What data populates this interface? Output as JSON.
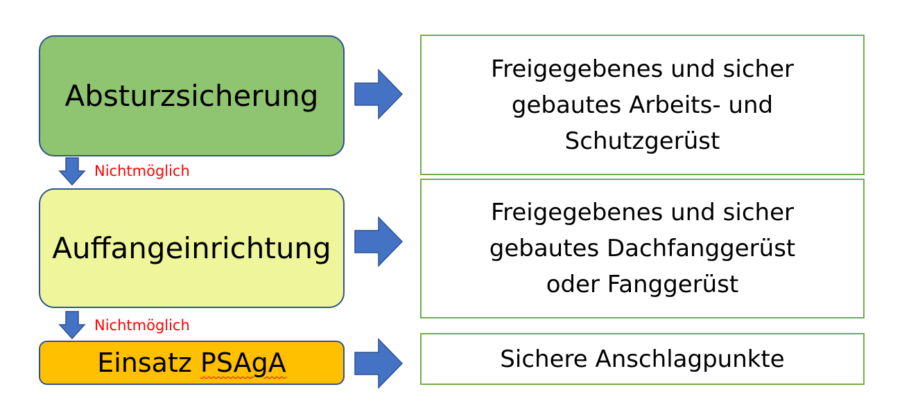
{
  "diagram": {
    "steps": [
      {
        "label": "Absturzsicherung",
        "fill": "#8fc470"
      },
      {
        "label": "Auffangeinrichtung",
        "fill": "#eef59a"
      },
      {
        "label_prefix": "Einsatz ",
        "label_marked": "PSAgA",
        "fill": "#ffc000"
      }
    ],
    "results": [
      {
        "lines": [
          "Freigegebenes und sicher",
          "gebautes Arbeits- und",
          "Schutzgerüst"
        ]
      },
      {
        "lines": [
          "Freigegebenes und sicher",
          "gebautes Dachfanggerüst",
          "oder Fanggerüst"
        ]
      },
      {
        "lines": [
          "Sichere Anschlagpunkte"
        ]
      }
    ],
    "fallback_labels": [
      "Nichtmöglich",
      "Nichtmöglich"
    ],
    "colors": {
      "arrow": "#4472c4",
      "arrow_border": "#2f528f",
      "result_border": "#70ad47",
      "fallback_text": "#ff0000"
    }
  }
}
